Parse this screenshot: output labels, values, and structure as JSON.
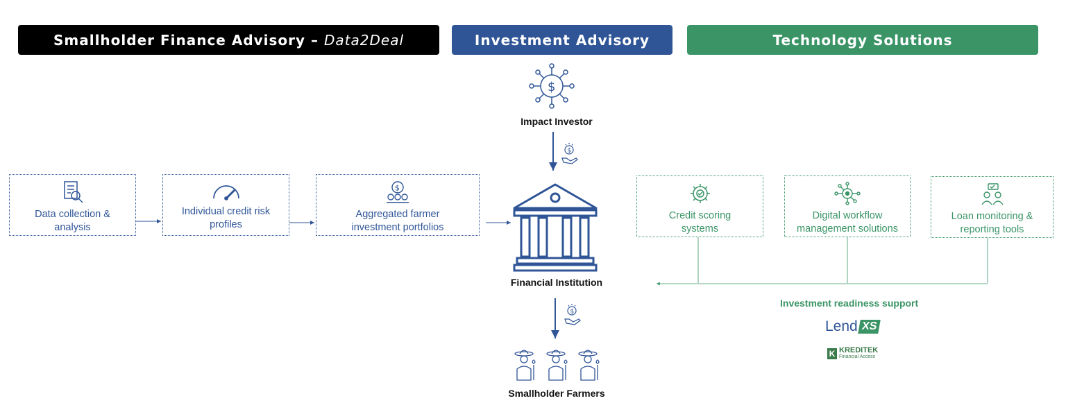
{
  "headers": {
    "smallholder_main": "Smallholder Finance Advisory –",
    "smallholder_italic": "Data2Deal",
    "investment": "Investment Advisory",
    "technology": "Technology Solutions"
  },
  "left_boxes": [
    {
      "label": "Data collection &\nanalysis",
      "icon": "document-magnifier-icon"
    },
    {
      "label": "Individual credit risk\nprofiles",
      "icon": "gauge-icon"
    },
    {
      "label": "Aggregated farmer\ninvestment portfolios",
      "icon": "portfolio-coin-icon"
    }
  ],
  "right_boxes": [
    {
      "label": "Credit scoring\nsystems",
      "icon": "gear-check-icon"
    },
    {
      "label": "Digital workflow\nmanagement solutions",
      "icon": "network-eye-icon"
    },
    {
      "label": "Loan monitoring &\nreporting tools",
      "icon": "people-chat-icon"
    }
  ],
  "nodes": {
    "impact_investor": "Impact Investor",
    "financial_institution": "Financial Institution",
    "smallholder_farmers": "Smallholder Farmers"
  },
  "support_label": "Investment readiness support",
  "logos": {
    "lendxs_text": "Lend",
    "lendxs_badge": "XS",
    "kreditek_title": "KREDITEK",
    "kreditek_sub": "Financial Access"
  },
  "colors": {
    "blue": "#2f5597",
    "green": "#3a9466",
    "black": "#000000"
  }
}
